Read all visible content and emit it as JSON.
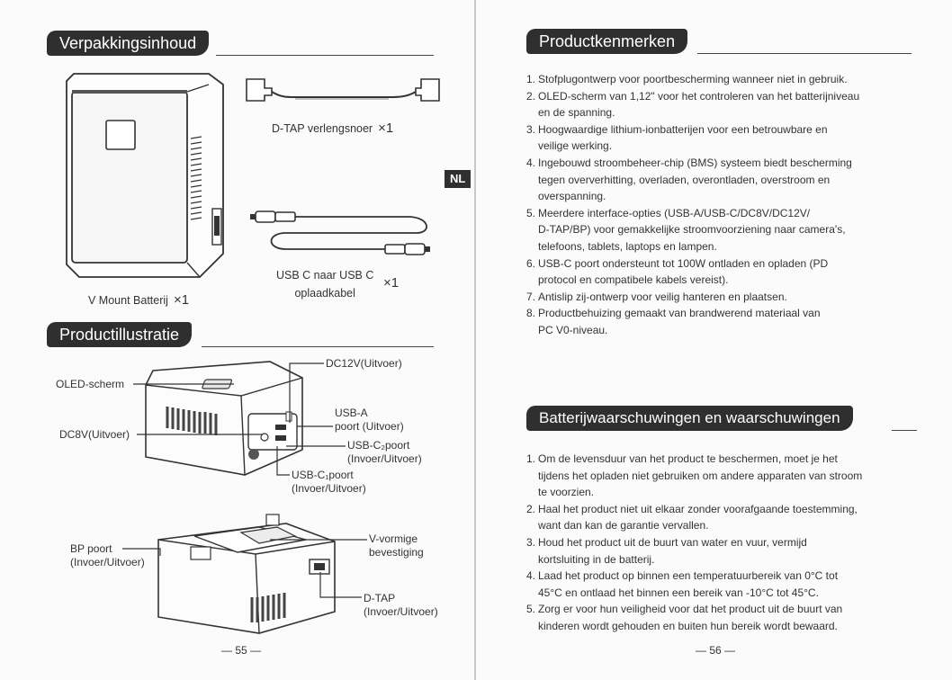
{
  "left": {
    "packaging": {
      "title": "Verpakkingsinhoud",
      "items": [
        {
          "label": "D-TAP verlengsnoer",
          "qty": "×1"
        },
        {
          "label_line1": "USB C naar USB C",
          "label_line2": "oplaadkabel",
          "qty": "×1"
        },
        {
          "label": "V Mount Batterij",
          "qty": "×1"
        }
      ]
    },
    "illustration": {
      "title": "Productillustratie",
      "top_labels": {
        "oled": "OLED-scherm",
        "dc12v": "DC12V(Uitvoer)",
        "usba_1": "USB-A",
        "usba_2": "poort (Uitvoer)",
        "dc8v": "DC8V(Uitvoer)",
        "usbc2_1": "USB-C₂poort",
        "usbc2_2": "(Invoer/Uitvoer)",
        "usbc1_1": "USB-C₁poort",
        "usbc1_2": "(Invoer/Uitvoer)"
      },
      "bottom_labels": {
        "bp_1": "BP poort",
        "bp_2": "(Invoer/Uitvoer)",
        "vmount_1": "V-vormige",
        "vmount_2": "bevestiging",
        "dtap_1": "D-TAP",
        "dtap_2": "(Invoer/Uitvoer)"
      }
    },
    "page_number": "— 55 —"
  },
  "lang_tags": [
    "NL",
    "NL"
  ],
  "right": {
    "features": {
      "title": "Productkenmerken",
      "items": [
        {
          "n": "1.",
          "lines": [
            "Stofplugontwerp voor poortbescherming wanneer niet in gebruik."
          ]
        },
        {
          "n": "2.",
          "lines": [
            "OLED-scherm van 1,12\" voor het controleren van het batterijniveau",
            "en de spanning."
          ]
        },
        {
          "n": "3.",
          "lines": [
            "Hoogwaardige lithium-ionbatterijen voor een betrouwbare en",
            "veilige werking."
          ]
        },
        {
          "n": "4.",
          "lines": [
            "Ingebouwd stroombeheer-chip (BMS) systeem biedt bescherming",
            "tegen oververhitting, overladen, overontladen, overstroom en",
            "overspanning."
          ]
        },
        {
          "n": "5.",
          "lines": [
            "Meerdere interface-opties (USB-A/USB-C/DC8V/DC12V/",
            "D-TAP/BP) voor gemakkelijke stroomvoorziening naar camera's,",
            "telefoons, tablets, laptops en lampen."
          ]
        },
        {
          "n": "6.",
          "lines": [
            "USB-C poort ondersteunt tot 100W ontladen en opladen (PD",
            "protocol en compatibele kabels vereist)."
          ]
        },
        {
          "n": "7.",
          "lines": [
            "Antislip zij-ontwerp voor veilig hanteren en plaatsen."
          ]
        },
        {
          "n": "8.",
          "lines": [
            "Productbehuizing gemaakt van brandwerend materiaal van",
            "PC V0-niveau."
          ]
        }
      ]
    },
    "warnings": {
      "title": "Batterijwaarschuwingen en waarschuwingen",
      "items": [
        {
          "n": "1.",
          "lines": [
            "Om de levensduur van het product te beschermen, moet je het",
            "tijdens het opladen niet gebruiken om andere apparaten van stroom",
            "te voorzien."
          ]
        },
        {
          "n": "2.",
          "lines": [
            "Haal het product niet uit elkaar zonder voorafgaande toestemming,",
            "want dan kan de garantie vervallen."
          ]
        },
        {
          "n": "3.",
          "lines": [
            "Houd het product uit de buurt van water en vuur, vermijd",
            "kortsluiting in de batterij."
          ]
        },
        {
          "n": "4.",
          "lines": [
            "Laad het product op binnen een temperatuurbereik van 0°C tot",
            "45°C en ontlaad het binnen een bereik van -10°C tot 45°C."
          ]
        },
        {
          "n": "5.",
          "lines": [
            "Zorg er voor hun veiligheid voor dat het product uit de buurt van",
            "kinderen wordt gehouden en buiten hun bereik wordt bewaard."
          ]
        }
      ]
    },
    "page_number": "— 56 —"
  }
}
